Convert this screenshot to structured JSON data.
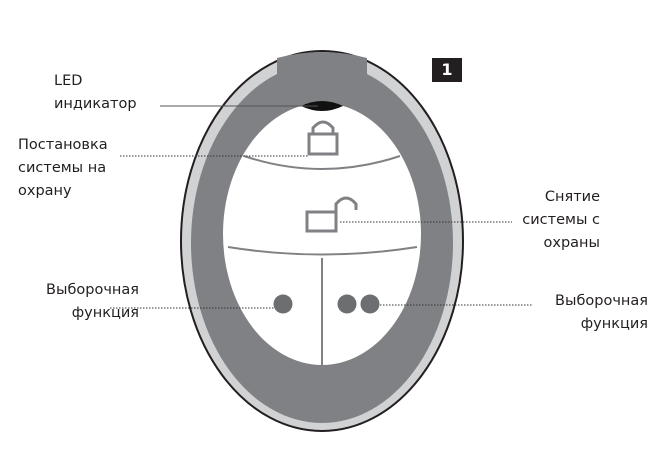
{
  "figure_number": "1",
  "labels": {
    "led": [
      "LED",
      "индикатор"
    ],
    "arm": [
      "Постановка",
      "системы на",
      "охрану"
    ],
    "disarm": [
      "Снятие",
      "системы с",
      "охраны"
    ],
    "option_left": [
      "Выборочная",
      "функция"
    ],
    "option_right": [
      "Выборочная",
      "функция"
    ]
  },
  "colors": {
    "body": "#808184",
    "rim": "#d1d2d4",
    "outline": "#231f20",
    "led": "#111111"
  }
}
